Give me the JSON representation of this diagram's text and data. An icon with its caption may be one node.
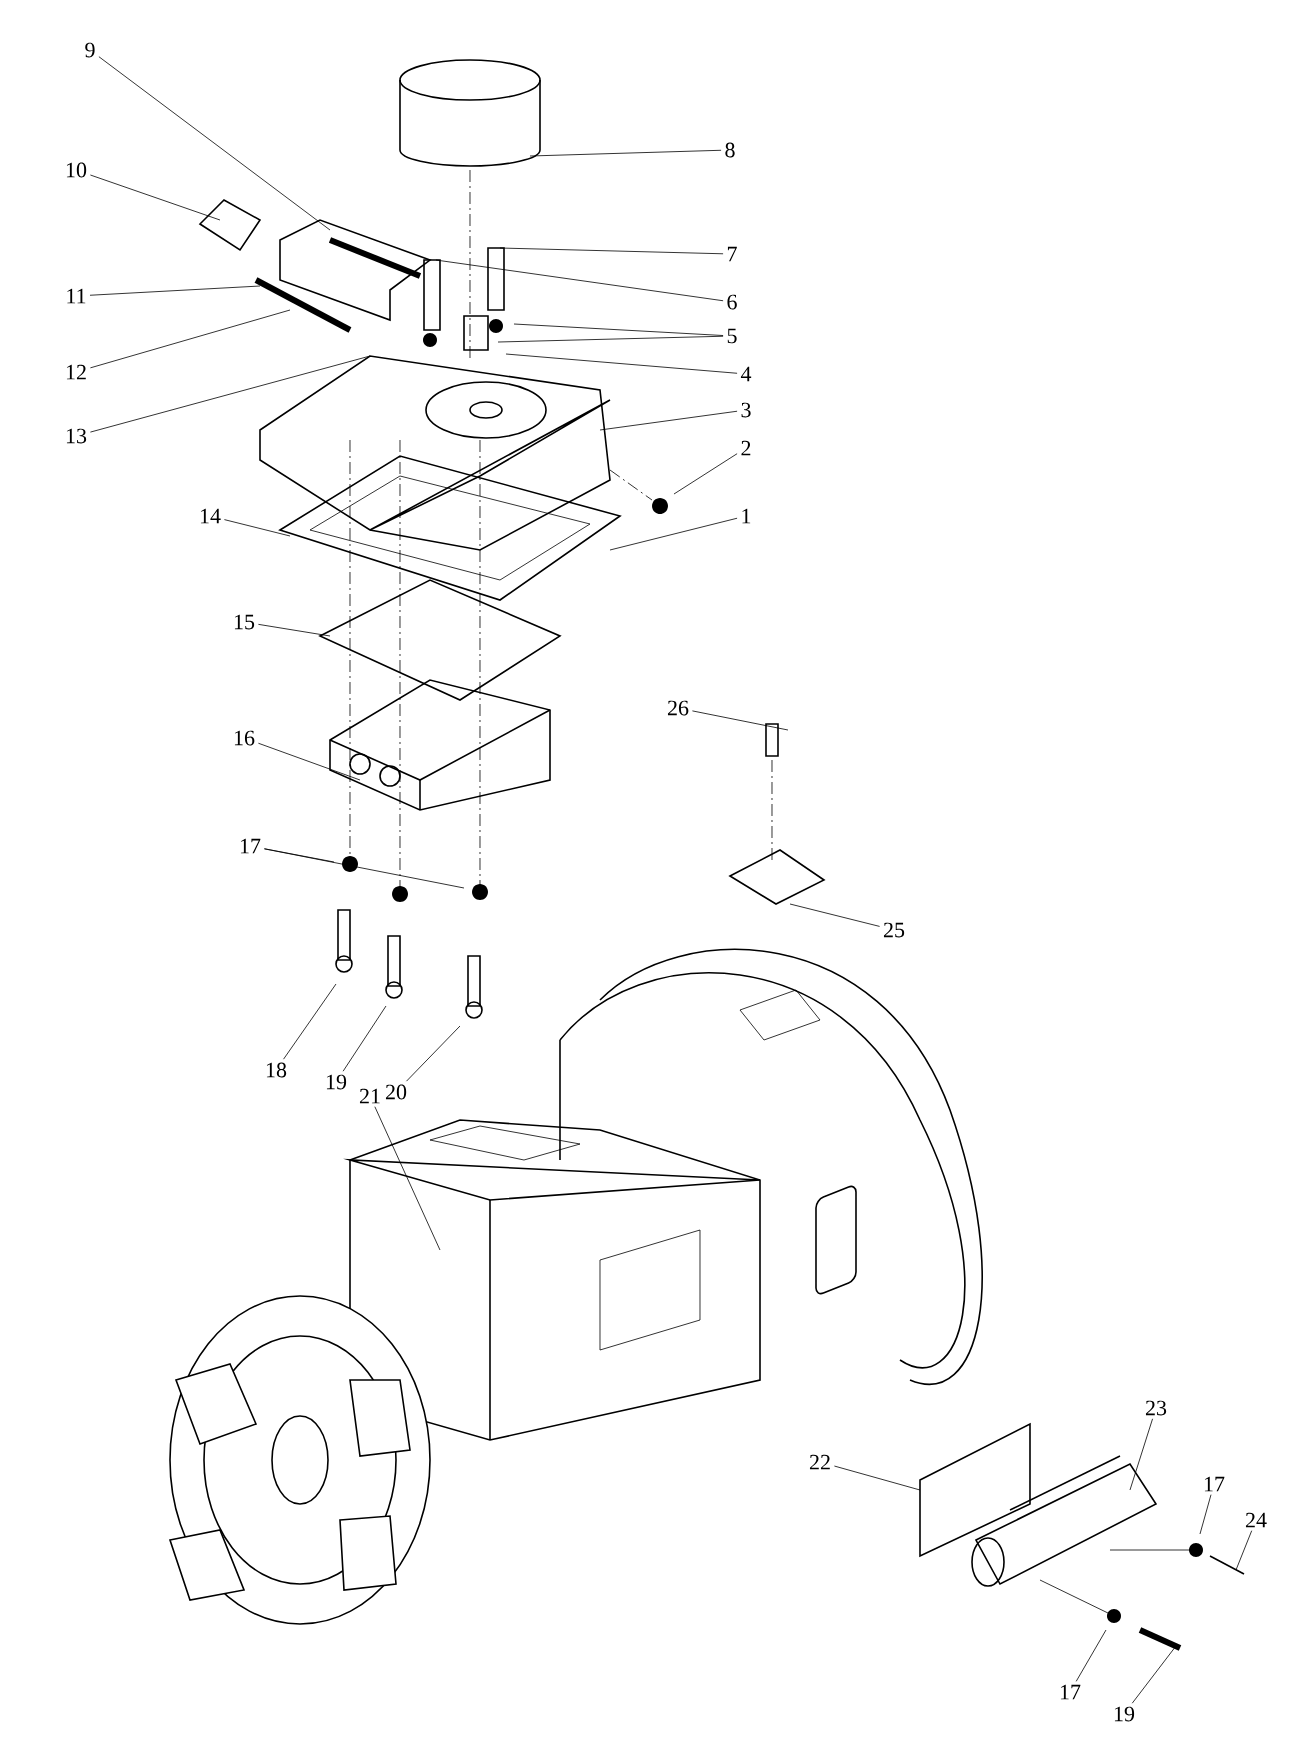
{
  "diagram": {
    "nodes": [
      {
        "text": [
          "9"
        ]
      },
      {
        "text": [
          "8"
        ]
      },
      {
        "text": [
          "10"
        ]
      },
      {
        "text": [
          "7"
        ]
      },
      {
        "text": [
          "11"
        ]
      },
      {
        "text": [
          "6"
        ]
      },
      {
        "text": [
          "5"
        ]
      },
      {
        "text": [
          "4"
        ]
      },
      {
        "text": [
          "12"
        ]
      },
      {
        "text": [
          "13"
        ]
      },
      {
        "text": [
          "3"
        ]
      },
      {
        "text": [
          "2"
        ]
      },
      {
        "text": [
          "14"
        ]
      },
      {
        "text": [
          "1"
        ]
      },
      {
        "text": [
          "15"
        ]
      },
      {
        "text": [
          "16"
        ]
      },
      {
        "text": [
          "26"
        ]
      },
      {
        "text": [
          "17"
        ]
      },
      {
        "text": [
          "25"
        ]
      },
      {
        "text": [
          "18"
        ]
      },
      {
        "text": [
          "19"
        ]
      },
      {
        "text": [
          "20"
        ]
      },
      {
        "text": [
          "21"
        ]
      },
      {
        "text": [
          "23"
        ]
      },
      {
        "text": [
          "22"
        ]
      },
      {
        "text": [
          "17"
        ]
      },
      {
        "text": [
          "24"
        ]
      },
      {
        "text": [
          "17"
        ]
      },
      {
        "text": [
          "19"
        ]
      }
    ],
    "edges": [
      {
        "from": 0,
        "to": null,
        "arrow": "none"
      },
      {
        "from": 1,
        "to": null,
        "arrow": "none"
      },
      {
        "from": 2,
        "to": null,
        "arrow": "none"
      },
      {
        "from": 3,
        "to": null,
        "arrow": "none"
      },
      {
        "from": 4,
        "to": null,
        "arrow": "none"
      },
      {
        "from": 5,
        "to": null,
        "arrow": "none"
      },
      {
        "from": 6,
        "to": null,
        "arrow": "none"
      },
      {
        "from": 6,
        "to": null,
        "arrow": "none"
      },
      {
        "from": 7,
        "to": null,
        "arrow": "none"
      },
      {
        "from": 8,
        "to": null,
        "arrow": "none"
      },
      {
        "from": 9,
        "to": null,
        "arrow": "none"
      },
      {
        "from": 10,
        "to": null,
        "arrow": "none"
      },
      {
        "from": 11,
        "to": null,
        "arrow": "none"
      },
      {
        "from": 12,
        "to": null,
        "arrow": "none"
      },
      {
        "from": 13,
        "to": null,
        "arrow": "none"
      },
      {
        "from": 14,
        "to": null,
        "arrow": "none"
      },
      {
        "from": 15,
        "to": null,
        "arrow": "none"
      },
      {
        "from": 16,
        "to": null,
        "arrow": "none"
      },
      {
        "from": 17,
        "to": null,
        "arrow": "none"
      },
      {
        "from": 17,
        "to": null,
        "arrow": "none"
      },
      {
        "from": 18,
        "to": null,
        "arrow": "none"
      },
      {
        "from": 19,
        "to": null,
        "arrow": "none"
      },
      {
        "from": 20,
        "to": null,
        "arrow": "none"
      },
      {
        "from": 21,
        "to": null,
        "arrow": "none"
      },
      {
        "from": 22,
        "to": null,
        "arrow": "none"
      },
      {
        "from": 23,
        "to": null,
        "arrow": "none"
      },
      {
        "from": 24,
        "to": null,
        "arrow": "none"
      },
      {
        "from": 25,
        "to": null,
        "arrow": "none"
      },
      {
        "from": 26,
        "to": null,
        "arrow": "none"
      },
      {
        "from": 27,
        "to": null,
        "arrow": "none"
      },
      {
        "from": 28,
        "to": null,
        "arrow": "none"
      }
    ]
  }
}
